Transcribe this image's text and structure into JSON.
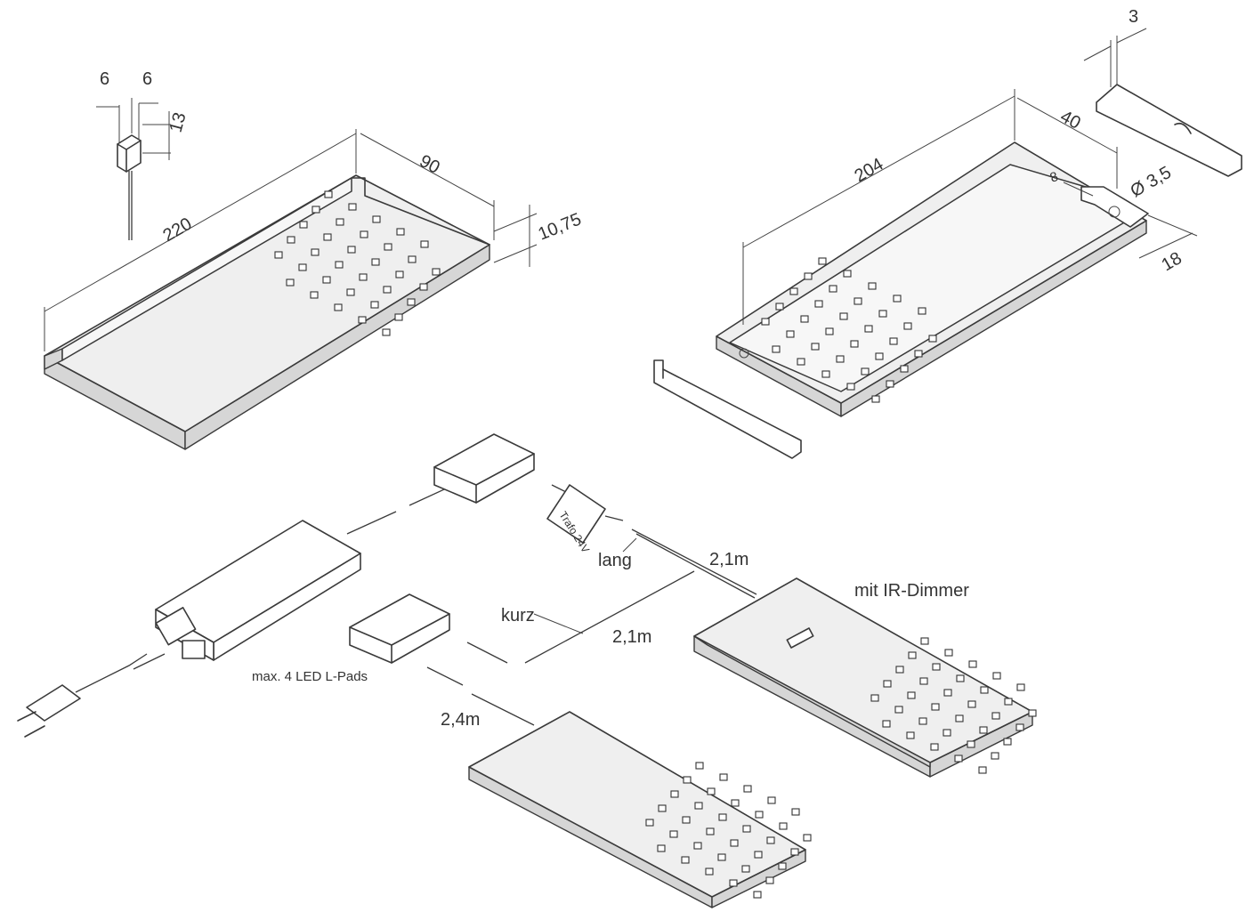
{
  "dimensions": {
    "clip_width_left": "6",
    "clip_width_right": "6",
    "clip_height": "13",
    "pad_length": "220",
    "pad_width": "90",
    "pad_thickness": "10,75",
    "inner_length": "204",
    "inner_width": "40",
    "slot_offset": "8",
    "hole_diameter": "Ø 3,5",
    "edge_depth": "18",
    "profile_thickness": "3"
  },
  "wiring": {
    "transformer_label": "Trafo 24V",
    "cable_long": "lang",
    "cable_short": "kurz",
    "length_long": "2,1m",
    "length_short": "2,1m",
    "length_third": "2,4m",
    "max_pads_note": "max. 4 LED L-Pads",
    "dimmer_label": "mit IR-Dimmer"
  }
}
